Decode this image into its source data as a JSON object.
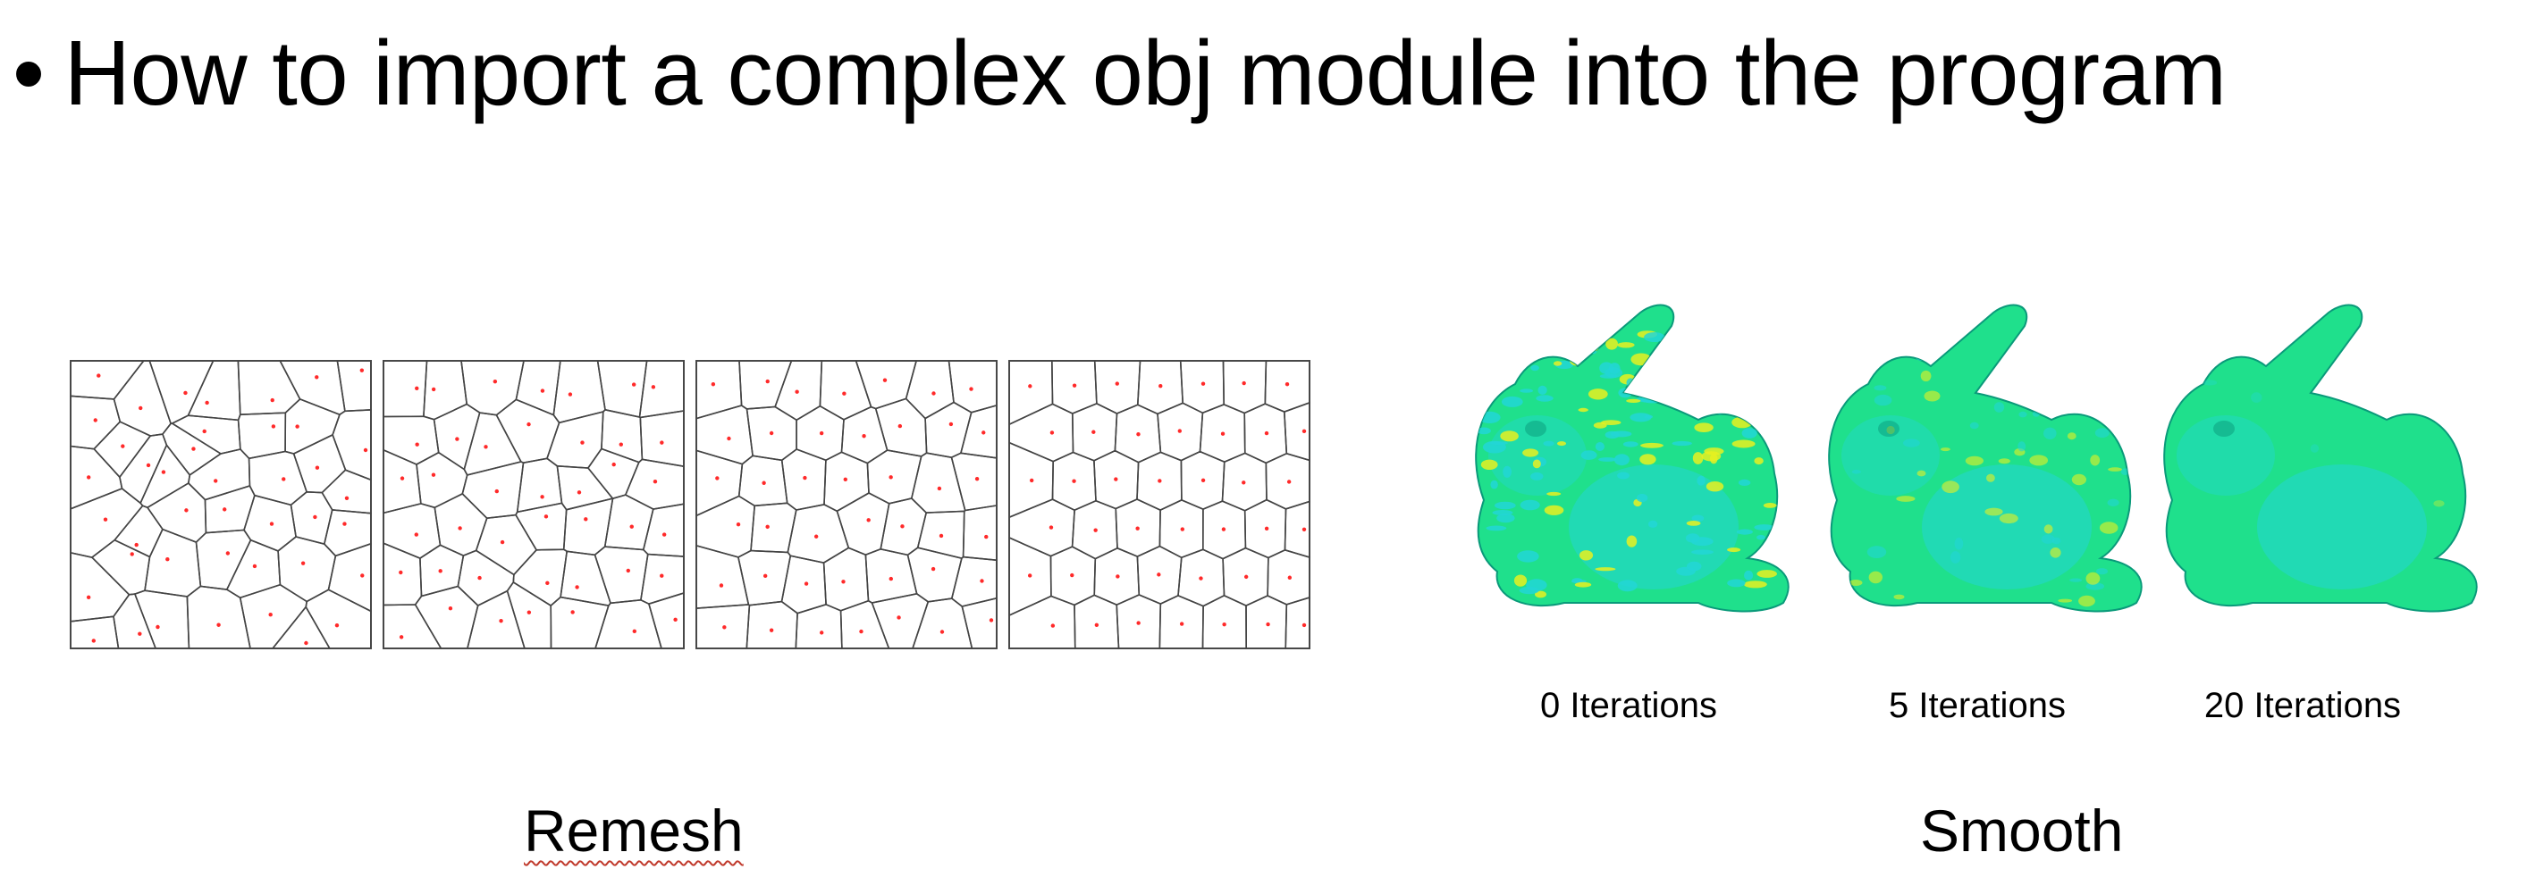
{
  "slide": {
    "bullet_text": "How to import a complex obj module into the program"
  },
  "remesh": {
    "caption": "Remesh",
    "panel_count": 4,
    "spelling_underline_color": "#c0392b",
    "seed_color": "#ff2a2a"
  },
  "smooth": {
    "caption": "Smooth",
    "iterations": [
      {
        "label": "0 Iterations",
        "smoothness": 0
      },
      {
        "label": "5 Iterations",
        "smoothness": 0.5
      },
      {
        "label": "20 Iterations",
        "smoothness": 1
      }
    ],
    "colors": {
      "base": "#1fe08c",
      "cyan": "#22d6d6",
      "yellow": "#e8f020",
      "dark": "#0a9a7a"
    }
  }
}
